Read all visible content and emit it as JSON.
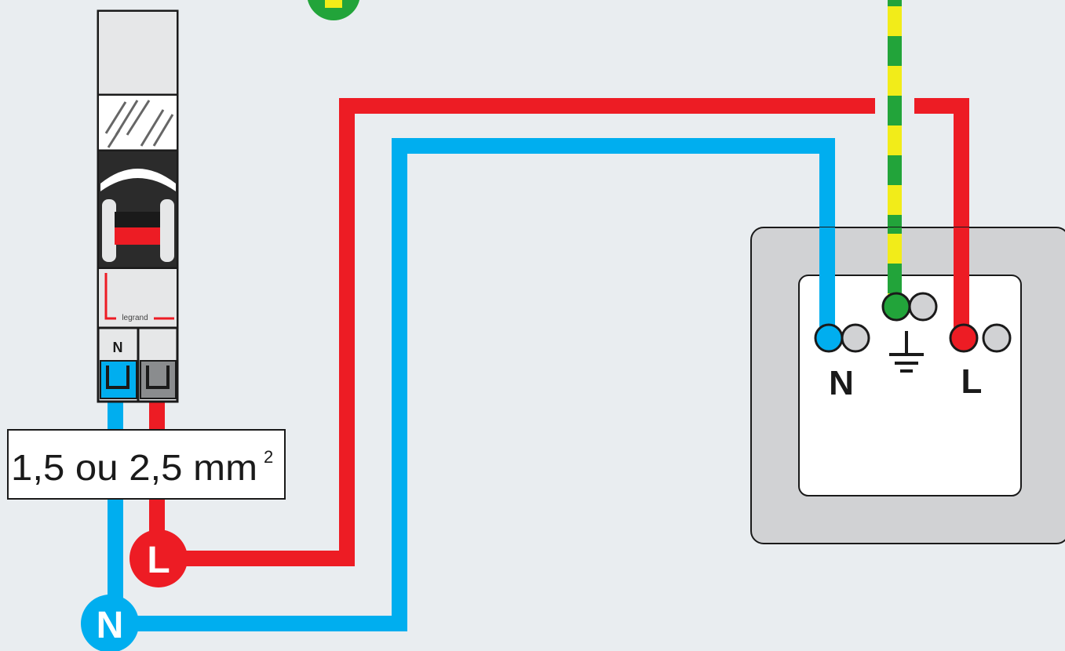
{
  "diagram": {
    "cable_section_label": "1,5 ou 2,5 mm",
    "cable_section_superscript": "2",
    "breaker": {
      "neutral_terminal_label": "N",
      "brand_mark": "legrand"
    },
    "socket": {
      "neutral_label": "N",
      "live_label": "L",
      "earth_symbol": "earth-ground-icon"
    },
    "markers": {
      "live": "L",
      "neutral": "N"
    },
    "colors": {
      "background": "#e9edf0",
      "live": "#ed1c24",
      "neutral": "#00aeef",
      "earth_green": "#22a43a",
      "earth_yellow": "#f2ec19",
      "plate": "#d1d2d4"
    }
  }
}
